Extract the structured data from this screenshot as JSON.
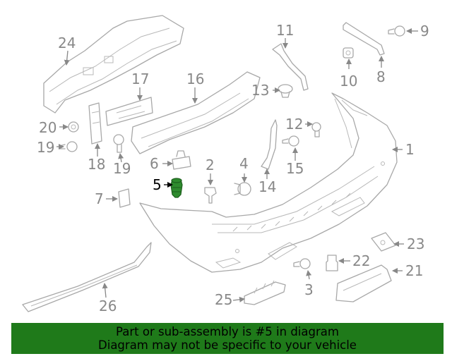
{
  "diagram": {
    "callouts": [
      {
        "id": "1",
        "label": "1"
      },
      {
        "id": "2",
        "label": "2"
      },
      {
        "id": "3",
        "label": "3"
      },
      {
        "id": "4",
        "label": "4"
      },
      {
        "id": "5",
        "label": "5",
        "highlighted": true
      },
      {
        "id": "6",
        "label": "6"
      },
      {
        "id": "7",
        "label": "7"
      },
      {
        "id": "8",
        "label": "8"
      },
      {
        "id": "9",
        "label": "9"
      },
      {
        "id": "10",
        "label": "10"
      },
      {
        "id": "11",
        "label": "11"
      },
      {
        "id": "12",
        "label": "12"
      },
      {
        "id": "13",
        "label": "13"
      },
      {
        "id": "14",
        "label": "14"
      },
      {
        "id": "15",
        "label": "15"
      },
      {
        "id": "16",
        "label": "16"
      },
      {
        "id": "17",
        "label": "17"
      },
      {
        "id": "18",
        "label": "18"
      },
      {
        "id": "19a",
        "label": "19"
      },
      {
        "id": "19b",
        "label": "19"
      },
      {
        "id": "20",
        "label": "20"
      },
      {
        "id": "21",
        "label": "21"
      },
      {
        "id": "22",
        "label": "22"
      },
      {
        "id": "23",
        "label": "23"
      },
      {
        "id": "24",
        "label": "24"
      },
      {
        "id": "25",
        "label": "25"
      },
      {
        "id": "26",
        "label": "26"
      }
    ],
    "colors": {
      "line": "#a8a8a8",
      "label": "#888888",
      "highlight_fill": "#2e8b2e",
      "highlight_label": "#000000"
    }
  },
  "banner": {
    "line1": "Part or sub-assembly is #5 in diagram",
    "line2": "Diagram may not be specific to your vehicle",
    "background": "#1f7a1a"
  }
}
